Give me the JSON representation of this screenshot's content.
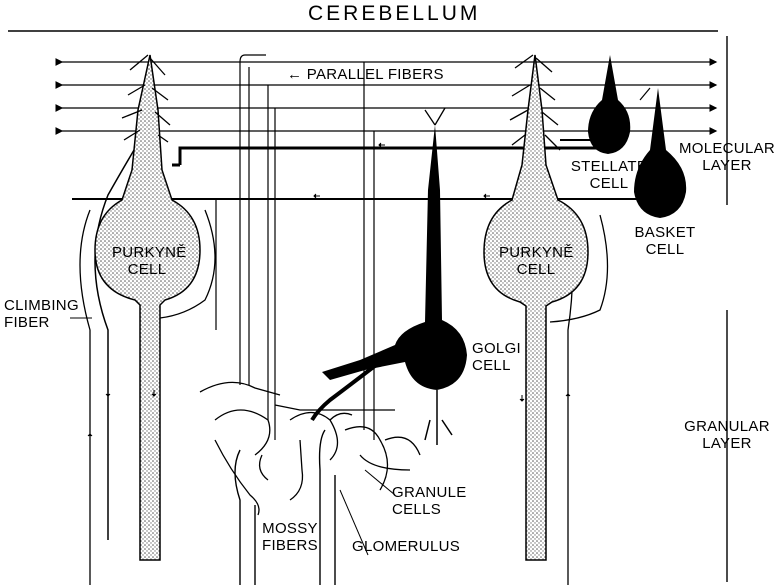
{
  "title": "CEREBELLUM",
  "labels": {
    "parallel_fibers": "← PARALLEL FIBERS",
    "purkyne_left_1": "PURKYNĚ",
    "purkyne_left_2": "CELL",
    "purkyne_right_1": "PURKYNĚ",
    "purkyne_right_2": "CELL",
    "stellate_1": "STELLATE",
    "stellate_2": "CELL",
    "basket_1": "BASKET",
    "basket_2": "CELL",
    "molecular_1": "MOLECULAR",
    "molecular_2": "LAYER",
    "climbing_1": "CLIMBING",
    "climbing_2": "FIBER",
    "golgi_1": "GOLGI",
    "golgi_2": "CELL",
    "granular_1": "GRANULAR",
    "granular_2": "LAYER",
    "granule_1": "GRANULE",
    "granule_2": "CELLS",
    "mossy_1": "MOSSY",
    "mossy_2": "FIBERS",
    "glomerulus": "GLOMERULUS"
  },
  "colors": {
    "ink": "#000000",
    "stipple": "#b8b8b8",
    "background": "#ffffff"
  }
}
